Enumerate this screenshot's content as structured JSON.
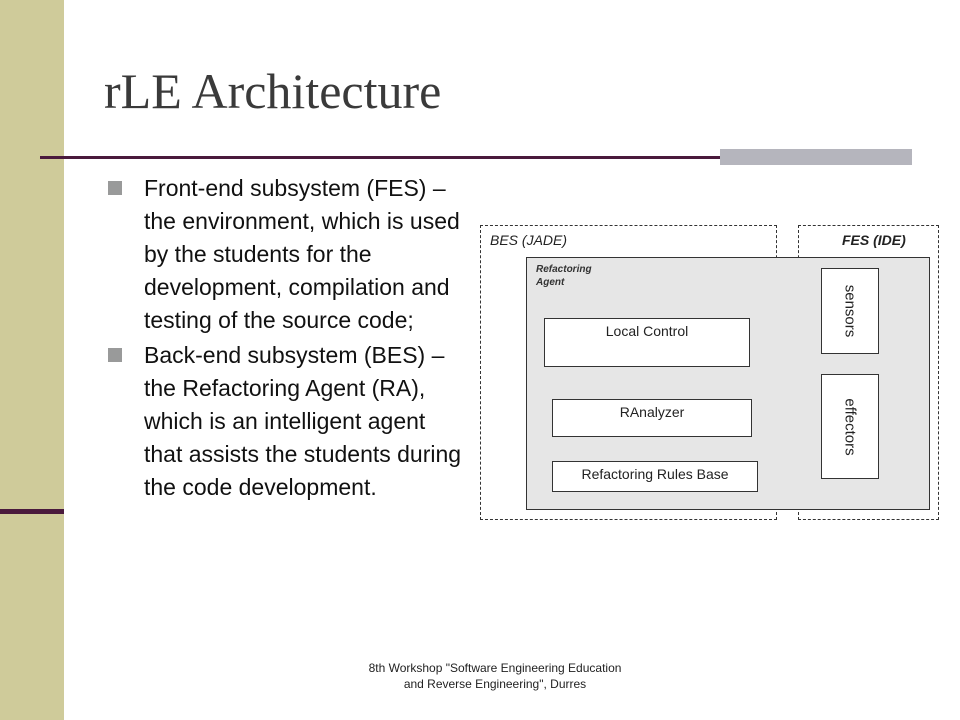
{
  "slide": {
    "title": "rLE Architecture",
    "bullets": [
      "Front-end subsystem (FES) – the environment, which is used by the students for the development, compilation and testing of the source code;",
      "Back-end subsystem (BES) – the Refactoring Agent (RA), which is an intelligent agent that assists the students during the code development."
    ],
    "footer": {
      "line1": "8th Workshop \"Software Engineering Education",
      "line2": "and Reverse Engineering\", Durres"
    }
  },
  "diagram": {
    "bes_label": "BES (JADE)",
    "fes_label": "FES (IDE)",
    "agent_label_line1": "Refactoring",
    "agent_label_line2": "Agent",
    "components": {
      "local_control": "Local Control",
      "ranalyzer": "RAnalyzer",
      "rules_base": "Refactoring Rules Base",
      "sensors": "sensors",
      "effectors": "effectors"
    }
  },
  "colors": {
    "sidebar": "#cfcb9a",
    "accent_dark": "#4a1a3c",
    "accent_gray": "#b5b5bd",
    "agent_fill": "#e6e6e6"
  }
}
